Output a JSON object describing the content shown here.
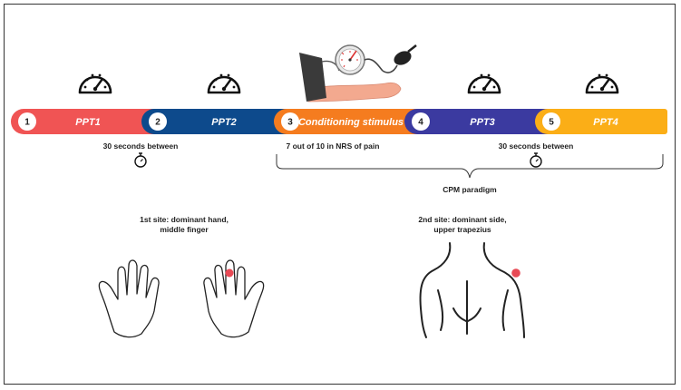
{
  "colors": {
    "ppt1": "#f05454",
    "ppt2": "#0d4a8c",
    "conditioning": "#f57c1f",
    "ppt3": "#3b3aa0",
    "ppt4": "#fbae17",
    "marker": "#e84a55"
  },
  "segments": [
    {
      "number": "1",
      "label": "PPT1"
    },
    {
      "number": "2",
      "label": "PPT2"
    },
    {
      "number": "3",
      "label": "Conditioning stimulus"
    },
    {
      "number": "4",
      "label": "PPT3"
    },
    {
      "number": "5",
      "label": "PPT4"
    }
  ],
  "notes": {
    "between_left": "30 seconds between",
    "nrs": "7 out of 10 in NRS of pain",
    "between_right": "30 seconds between",
    "cpm": "CPM paradigm"
  },
  "sites": {
    "site1_line1": "1st site: dominant hand,",
    "site1_line2": "middle finger",
    "site2_line1": "2nd site: dominant side,",
    "site2_line2": "upper trapezius"
  },
  "icons": [
    "gauge-icon",
    "stopwatch-icon",
    "blood-pressure-cuff-icon",
    "hand-icon",
    "back-icon"
  ]
}
